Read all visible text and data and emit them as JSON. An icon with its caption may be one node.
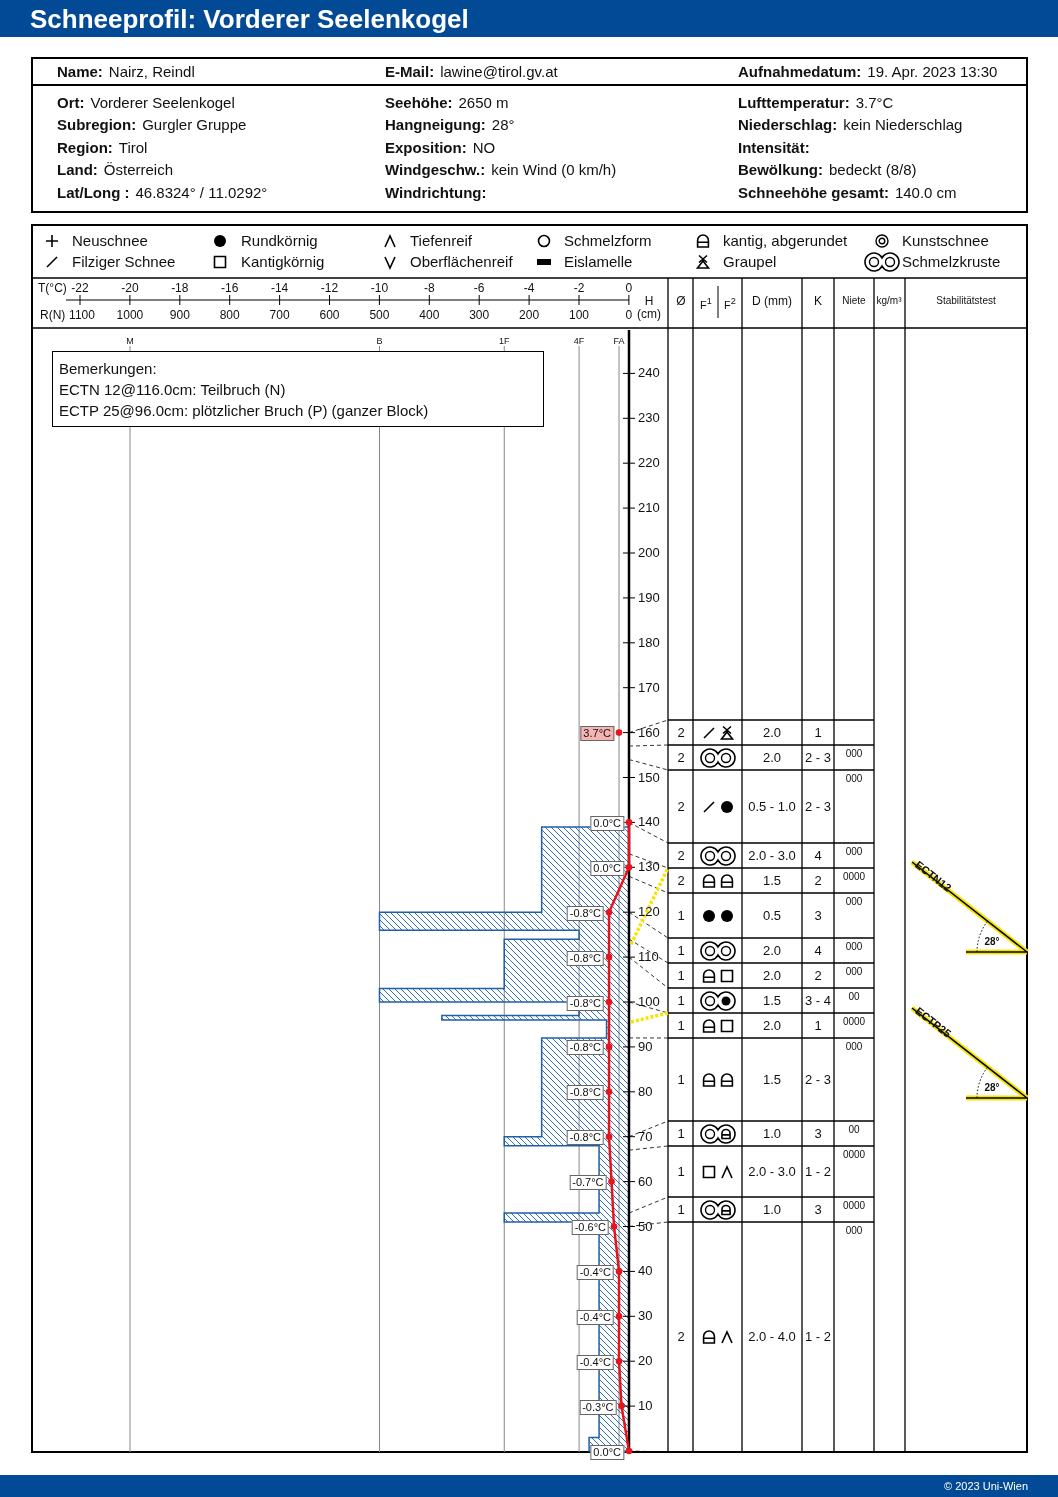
{
  "diagram": {
    "title": "Schneeprofil: Vorderer Seelenkogel",
    "nodes": [
      {
        "text": [
          "Bemerkungen:",
          "ECTN 12@116.0cm: Teilbruch (N)",
          "ECTP 25@96.0cm: plötzlicher Bruch (P) (ganzer Block)"
        ]
      }
    ],
    "edges": [],
    "labels": [
      "Name:",
      "Nairz, Reindl",
      "E-Mail:",
      "lawine@tirol.gv.at",
      "Aufnahmedatum:",
      "19. Apr. 2023 13:30",
      "Ort:",
      "Vorderer Seelenkogel",
      "Seehöhe:",
      "2650 m",
      "Lufttemperatur:",
      "3.7°C",
      "Subregion:",
      "Gurgler Gruppe",
      "Hangneigung:",
      "28°",
      "Niederschlag:",
      "kein Niederschlag",
      "Region:",
      "Tirol",
      "Exposition:",
      "NO",
      "Intensität:",
      "Land:",
      "Österreich",
      "Windgeschw.:",
      "kein Wind (0 km/h)",
      "Bewölkung:",
      "bedeckt (8/8)",
      "Lat/Long :",
      "46.8324° / 11.0292°",
      "Windrichtung:",
      "Schneehöhe gesamt:",
      "140.0 cm",
      "T(°C)",
      "-22",
      "-20",
      "-18",
      "-16",
      "-14",
      "-12",
      "-10",
      "-8",
      "-6",
      "-4",
      "-2",
      "0",
      "H (cm)",
      "Ø",
      "F$^{1}$",
      "F$^{2}$",
      "D (mm)",
      "K",
      "Niete",
      "kg/m³",
      "Stabilitätstest",
      "R(N)",
      "1100",
      "1000",
      "900",
      "800",
      "700",
      "600",
      "500",
      "400",
      "300",
      "200",
      "100",
      "0",
      "M",
      "B",
      "1F",
      "4F",
      "FA",
      "240",
      "230",
      "220",
      "210",
      "200",
      "190",
      "180",
      "170",
      "160",
      "150",
      "140",
      "130",
      "120",
      "110",
      "100",
      "90",
      "80",
      "70",
      "60",
      "50",
      "40",
      "30",
      "20",
      "10",
      "3.7°C",
      "0.0°C",
      "0.0°C",
      "-0.8°C",
      "-0.8°C",
      "-0.8°C",
      "-0.8°C",
      "-0.8°C",
      "-0.8°C",
      "-0.7°C",
      "-0.6°C",
      "-0.4°C",
      "-0.4°C",
      "-0.4°C",
      "-0.3°C",
      "0.0°C",
      "2",
      "2.0",
      "1",
      "2",
      "2.0",
      "2 - 3",
      "000",
      "2",
      "0.5 - 1.0",
      "2 - 3",
      "000",
      "2",
      "2.0 - 3.0",
      "4",
      "000",
      "2",
      "1.5",
      "2",
      "0000",
      "1",
      "0.5",
      "3",
      "000",
      "1",
      "2.0",
      "4",
      "000",
      "1",
      "2.0",
      "2",
      "000",
      "1",
      "1.5",
      "3 - 4",
      "00",
      "1",
      "2.0",
      "1",
      "0000",
      "1",
      "1.5",
      "2 - 3",
      "000",
      "1",
      "1.0",
      "3",
      "00",
      "1",
      "2.0 - 3.0",
      "1 - 2",
      "0000",
      "1",
      "1.0",
      "3",
      "0000",
      "2",
      "2.0 - 4.0",
      "1 - 2",
      "000",
      "ECTN12",
      "28°",
      "ECTP25",
      "28°",
      "© 2023 Uni-Wien"
    ],
    "legend": [
      {
        "text": "Neuschnee"
      },
      {
        "text": "Rundkörnig"
      },
      {
        "text": "Tiefenreif"
      },
      {
        "text": "Schmelzform"
      },
      {
        "text": "kantig, abgerundet"
      },
      {
        "text": "Kunstschnee"
      },
      {
        "text": "Filziger Schnee"
      },
      {
        "text": "Kantigkörnig"
      },
      {
        "text": "Oberflächenreif"
      },
      {
        "text": "Eislamelle"
      },
      {
        "text": "Graupel"
      },
      {
        "text": "Schmelzkruste"
      }
    ]
  }
}
